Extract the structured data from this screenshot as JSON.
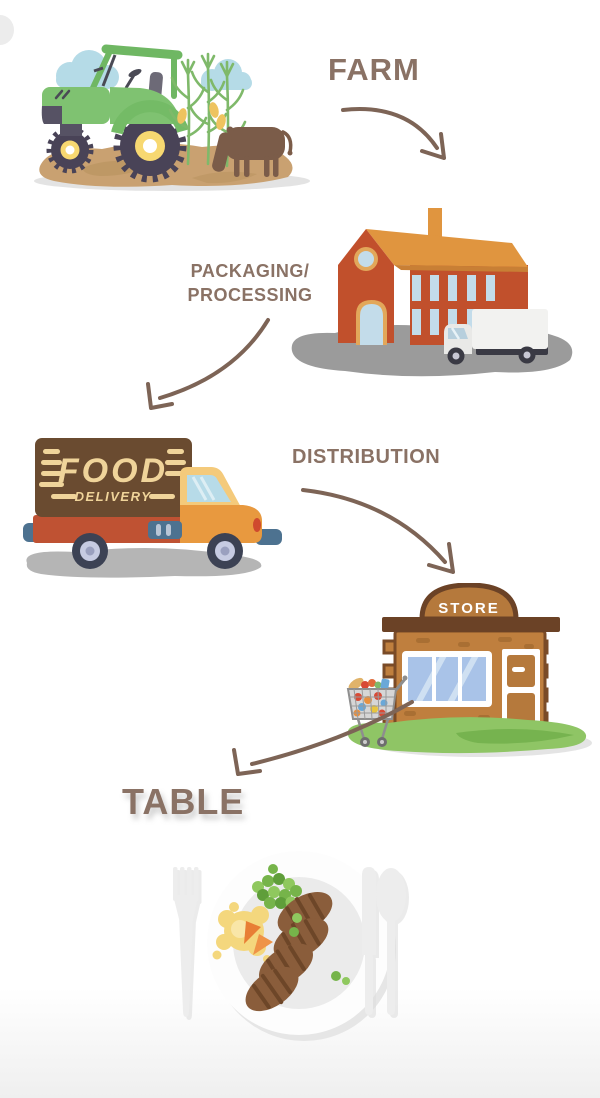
{
  "stages": {
    "farm": {
      "label": "FARM"
    },
    "packaging": {
      "line1": "PACKAGING/",
      "line2": "PROCESSING"
    },
    "distribution": {
      "label": "DISTRIBUTION"
    },
    "store": {
      "sign": "STORE"
    },
    "table": {
      "label": "TABLE"
    }
  },
  "delivery_truck": {
    "brand_line1": "FOOD",
    "brand_line2": "DELIVERY"
  },
  "colors": {
    "label_text": "#8a7265",
    "arrow": "#7d6456",
    "tractor_green": "#7fc271",
    "wheel_dark": "#494357",
    "wheel_rim_yellow": "#f7d871",
    "cloud_blue": "#b5dbe7",
    "ground_tan": "#c9a171",
    "cow_brown": "#7b5c49",
    "factory_red": "#c1502c",
    "factory_roof_orange": "#e0953f",
    "window_blue": "#c3dcea",
    "ground_gray": "#9b9b9b",
    "truck_box_brown": "#6a4b30",
    "truck_text_cream": "#f0d49a",
    "truck_body_red": "#bf5233",
    "truck_cab_yellow": "#f4ca7b",
    "truck_hardware_blue": "#4d7290",
    "store_wood_brown": "#bf7f3e",
    "store_trim_dark": "#6b4226",
    "store_sign_brown": "#b5793c",
    "grass_green": "#8fc565",
    "steak_brown": "#8a5d3b",
    "peas_green": "#76b44a",
    "mash_yellow": "#f4d77d",
    "carrot_orange": "#e87e35",
    "cutlery_gray": "#ededed"
  }
}
